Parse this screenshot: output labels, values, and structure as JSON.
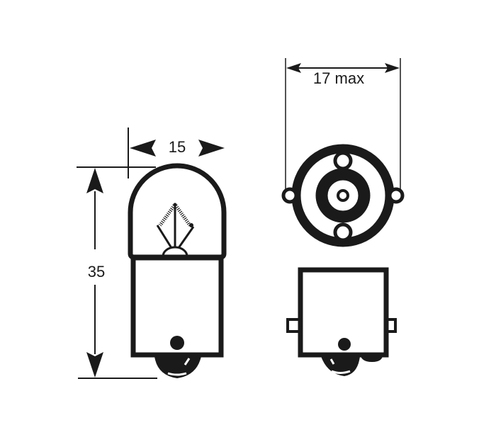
{
  "diagram": {
    "subject": "R5W / R10W BA15s bulb technical drawing",
    "ink_color": "#1a1a1a",
    "background_color": "#ffffff",
    "views": {
      "side_view": {
        "label": "Side view (bulb with glass dome, base and contact)",
        "dimensions": {
          "width": {
            "value": "15",
            "orientation": "horizontal"
          },
          "height": {
            "value": "35",
            "orientation": "vertical"
          }
        }
      },
      "bottom_view": {
        "label": "Base end view (bayonet pins and contact)",
        "dimensions": {
          "max_width": {
            "value": "17 max",
            "orientation": "horizontal"
          }
        }
      },
      "base_view": {
        "label": "Base side view with bayonet pins"
      }
    }
  }
}
